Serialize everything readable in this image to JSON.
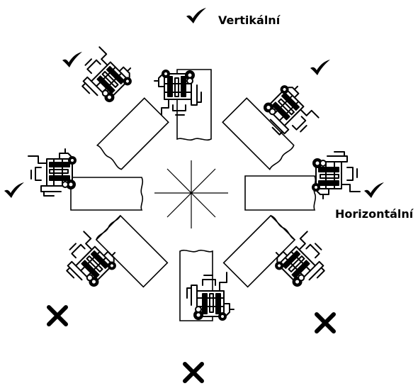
{
  "labels": {
    "vertical": "Vertikální",
    "horizontal": "Horizontální"
  },
  "colors": {
    "line": "#000000",
    "background": "#ffffff",
    "fill": "#ffffff"
  },
  "icons": {
    "allowed": "check-mark-icon",
    "not_allowed": "cross-mark-icon",
    "device": "clamp-device-icon"
  },
  "positions": [
    {
      "id": "top",
      "status": "allowed"
    },
    {
      "id": "top-right",
      "status": "allowed"
    },
    {
      "id": "right",
      "status": "allowed"
    },
    {
      "id": "bottom-right",
      "status": "not_allowed"
    },
    {
      "id": "bottom",
      "status": "not_allowed"
    },
    {
      "id": "bottom-left",
      "status": "not_allowed"
    },
    {
      "id": "left",
      "status": "allowed"
    },
    {
      "id": "top-left",
      "status": "allowed"
    }
  ]
}
